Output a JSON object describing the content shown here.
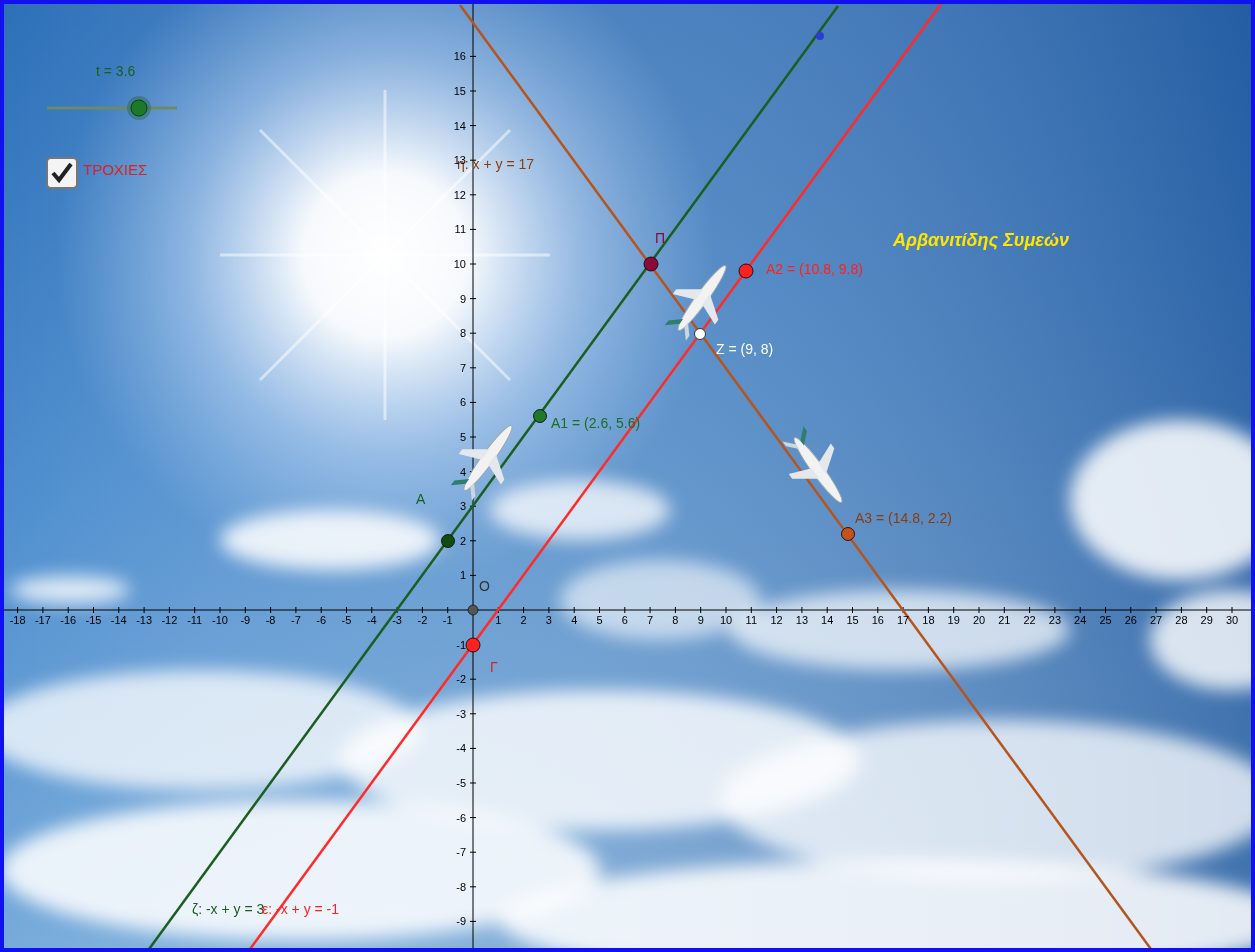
{
  "diagram": {
    "labels": [
      "t = 3.6",
      "ΤΡΟΧΙΕΣ",
      "η: x + y = 17",
      "Π",
      "A2 = (10.8, 9.8)",
      "Z = (9, 8)",
      "A1 = (2.6, 5.6)",
      "A",
      "O",
      "Γ",
      "A3 = (14.8, 2.2)",
      "ζ: -x + y = 3",
      "ε: -x + y = -1",
      "Αρβανιτίδης Συμεών",
      "-18",
      "-17",
      "-16",
      "-15",
      "-14",
      "-13",
      "-12",
      "-11",
      "-10",
      "-9",
      "-8",
      "-7",
      "-6",
      "-5",
      "-4",
      "-3",
      "-2",
      "-1",
      "1",
      "2",
      "3",
      "4",
      "5",
      "6",
      "7",
      "8",
      "9",
      "10",
      "11",
      "12",
      "13",
      "14",
      "15",
      "16",
      "17",
      "18",
      "19",
      "20",
      "21",
      "22",
      "23",
      "24",
      "25",
      "26",
      "27",
      "28",
      "29",
      "30",
      "16",
      "15",
      "14",
      "13",
      "12",
      "11",
      "10",
      "9",
      "8",
      "7",
      "6",
      "5",
      "4",
      "3",
      "2",
      "1",
      "-1",
      "-2",
      "-3",
      "-4",
      "-5",
      "-6",
      "-7",
      "-8",
      "-9"
    ]
  }
}
